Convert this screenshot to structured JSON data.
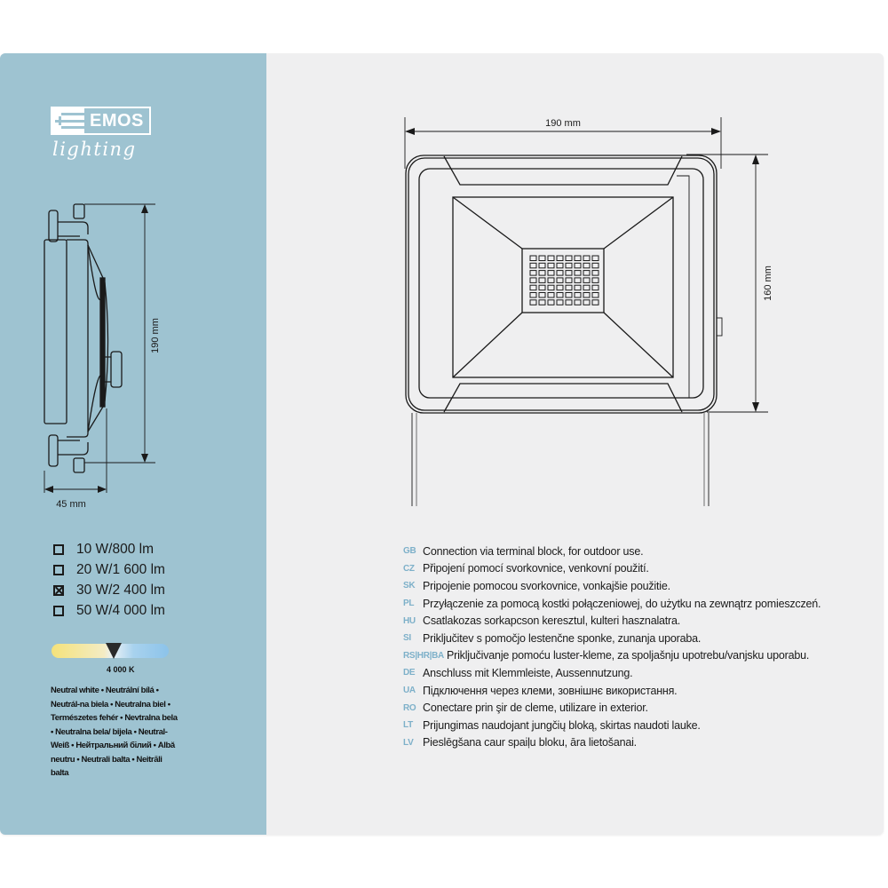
{
  "brand": {
    "name": "EMOS",
    "subtitle": "lighting"
  },
  "colors": {
    "panel_blue": "#9ec3d1",
    "card_bg": "#efeff0",
    "lang_code": "#7db0c9",
    "ink": "#1a1a1a"
  },
  "side_view": {
    "height_label": "190 mm",
    "depth_label": "45 mm"
  },
  "front_view": {
    "width_label": "190 mm",
    "height_label": "160 mm",
    "led_grid": {
      "columns": 8,
      "rows": 7
    }
  },
  "wattage_options": [
    {
      "label": "10 W/800 lm",
      "checked": false
    },
    {
      "label": "20 W/1 600 lm",
      "checked": false
    },
    {
      "label": "30 W/2 400 lm",
      "checked": true
    },
    {
      "label": "50 W/4 000 lm",
      "checked": false
    }
  ],
  "color_temperature": {
    "label": "4 000 K",
    "gradient": [
      "#f5e27a",
      "#eaf2f6",
      "#8cc3ea"
    ]
  },
  "color_names": "Neutral white • Neutrální bílá • Neutrál-na biela • Neutralna biel • Természetes fehér • Nevtralna bela • Neutralna bela/ bijela • Neutral-Weiß • Нейтральний білий • Albă neutru • Neutrali balta • Neitrāli balta",
  "connection_notes": [
    {
      "code": "GB",
      "text": "Connection via terminal block, for outdoor use."
    },
    {
      "code": "CZ",
      "text": "Připojení pomocí svorkovnice, venkovní použití."
    },
    {
      "code": "SK",
      "text": "Pripojenie pomocou svorkovnice, vonkajšie použitie."
    },
    {
      "code": "PL",
      "text": "Przyłączenie za pomocą kostki połączeniowej, do użytku na zewnątrz pomieszczeń."
    },
    {
      "code": "HU",
      "text": "Csatlakozas sorkapcson keresztul, kulteri hasznalatra."
    },
    {
      "code": "SI",
      "text": "Priključitev s pomočjo lestenčne sponke, zunanja uporaba."
    },
    {
      "code": "RS|HR|BA",
      "text": "Priključivanje pomoću luster-kleme, za spoljašnju upotrebu/vanjsku uporabu."
    },
    {
      "code": "DE",
      "text": "Anschluss mit Klemmleiste, Aussennutzung."
    },
    {
      "code": "UA",
      "text": "Підключення через клеми, зовнішнє використання."
    },
    {
      "code": "RO",
      "text": "Conectare prin şir de cleme, utilizare in exterior."
    },
    {
      "code": "LT",
      "text": "Prijungimas naudojant jungčių bloką, skirtas naudoti lauke."
    },
    {
      "code": "LV",
      "text": "Pieslēgšana caur spaiļu bloku, āra lietošanai."
    }
  ]
}
